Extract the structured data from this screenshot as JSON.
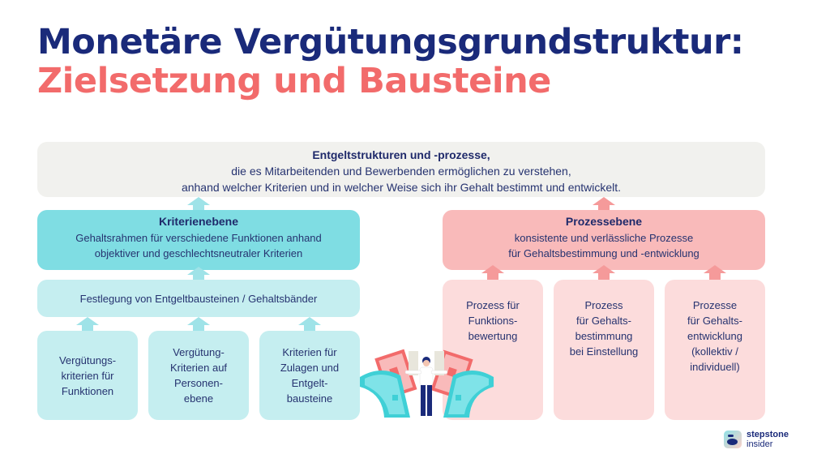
{
  "title": {
    "line1": "Monetäre Vergütungsgrundstruktur:",
    "line2": "Zielsetzung und Bausteine"
  },
  "colors": {
    "title_blue": "#1a2a7a",
    "title_red": "#f26b6b",
    "top_box_bg": "#f1f1ee",
    "kriterien_bg": "#7fdde3",
    "kriterien_light_bg": "#c5eef0",
    "prozess_bg": "#f9baba",
    "prozess_light_bg": "#fcdcdc"
  },
  "top_box": {
    "heading": "Entgeltstrukturen und -prozesse,",
    "line1": "die es Mitarbeitenden und Bewerbenden ermöglichen zu verstehen,",
    "line2": "anhand welcher Kriterien und in welcher Weise sich ihr Gehalt bestimmt und entwickelt."
  },
  "kriterienebene": {
    "heading": "Kriterienebene",
    "line1": "Gehaltsrahmen für verschiedene Funktionen anhand",
    "line2": "objektiver und geschlechtsneutraler Kriterien",
    "festlegung": "Festlegung von Entgeltbausteinen / Gehaltsbänder",
    "items": [
      {
        "lines": [
          "Vergütungs-",
          "kriterien für",
          "Funktionen"
        ]
      },
      {
        "lines": [
          "Vergütung-",
          "Kriterien auf",
          "Personen-",
          "ebene"
        ]
      },
      {
        "lines": [
          "Kriterien für",
          "Zulagen und",
          "Entgelt-",
          "bausteine"
        ]
      }
    ]
  },
  "prozessebene": {
    "heading": "Prozessebene",
    "line1": "konsistente und verlässliche Prozesse",
    "line2": "für Gehaltsbestimmung und -entwicklung",
    "items": [
      {
        "lines": [
          "Prozess für",
          "Funktions-",
          "bewertung"
        ]
      },
      {
        "lines": [
          "Prozess",
          "für Gehalts-",
          "bestimmung",
          "bei Einstellung"
        ]
      },
      {
        "lines": [
          "Prozesse",
          "für Gehalts-",
          "entwicklung",
          "(kollektiv /",
          "individuell)"
        ]
      }
    ]
  },
  "logo": {
    "line1": "stepstone",
    "line2": "insider"
  }
}
